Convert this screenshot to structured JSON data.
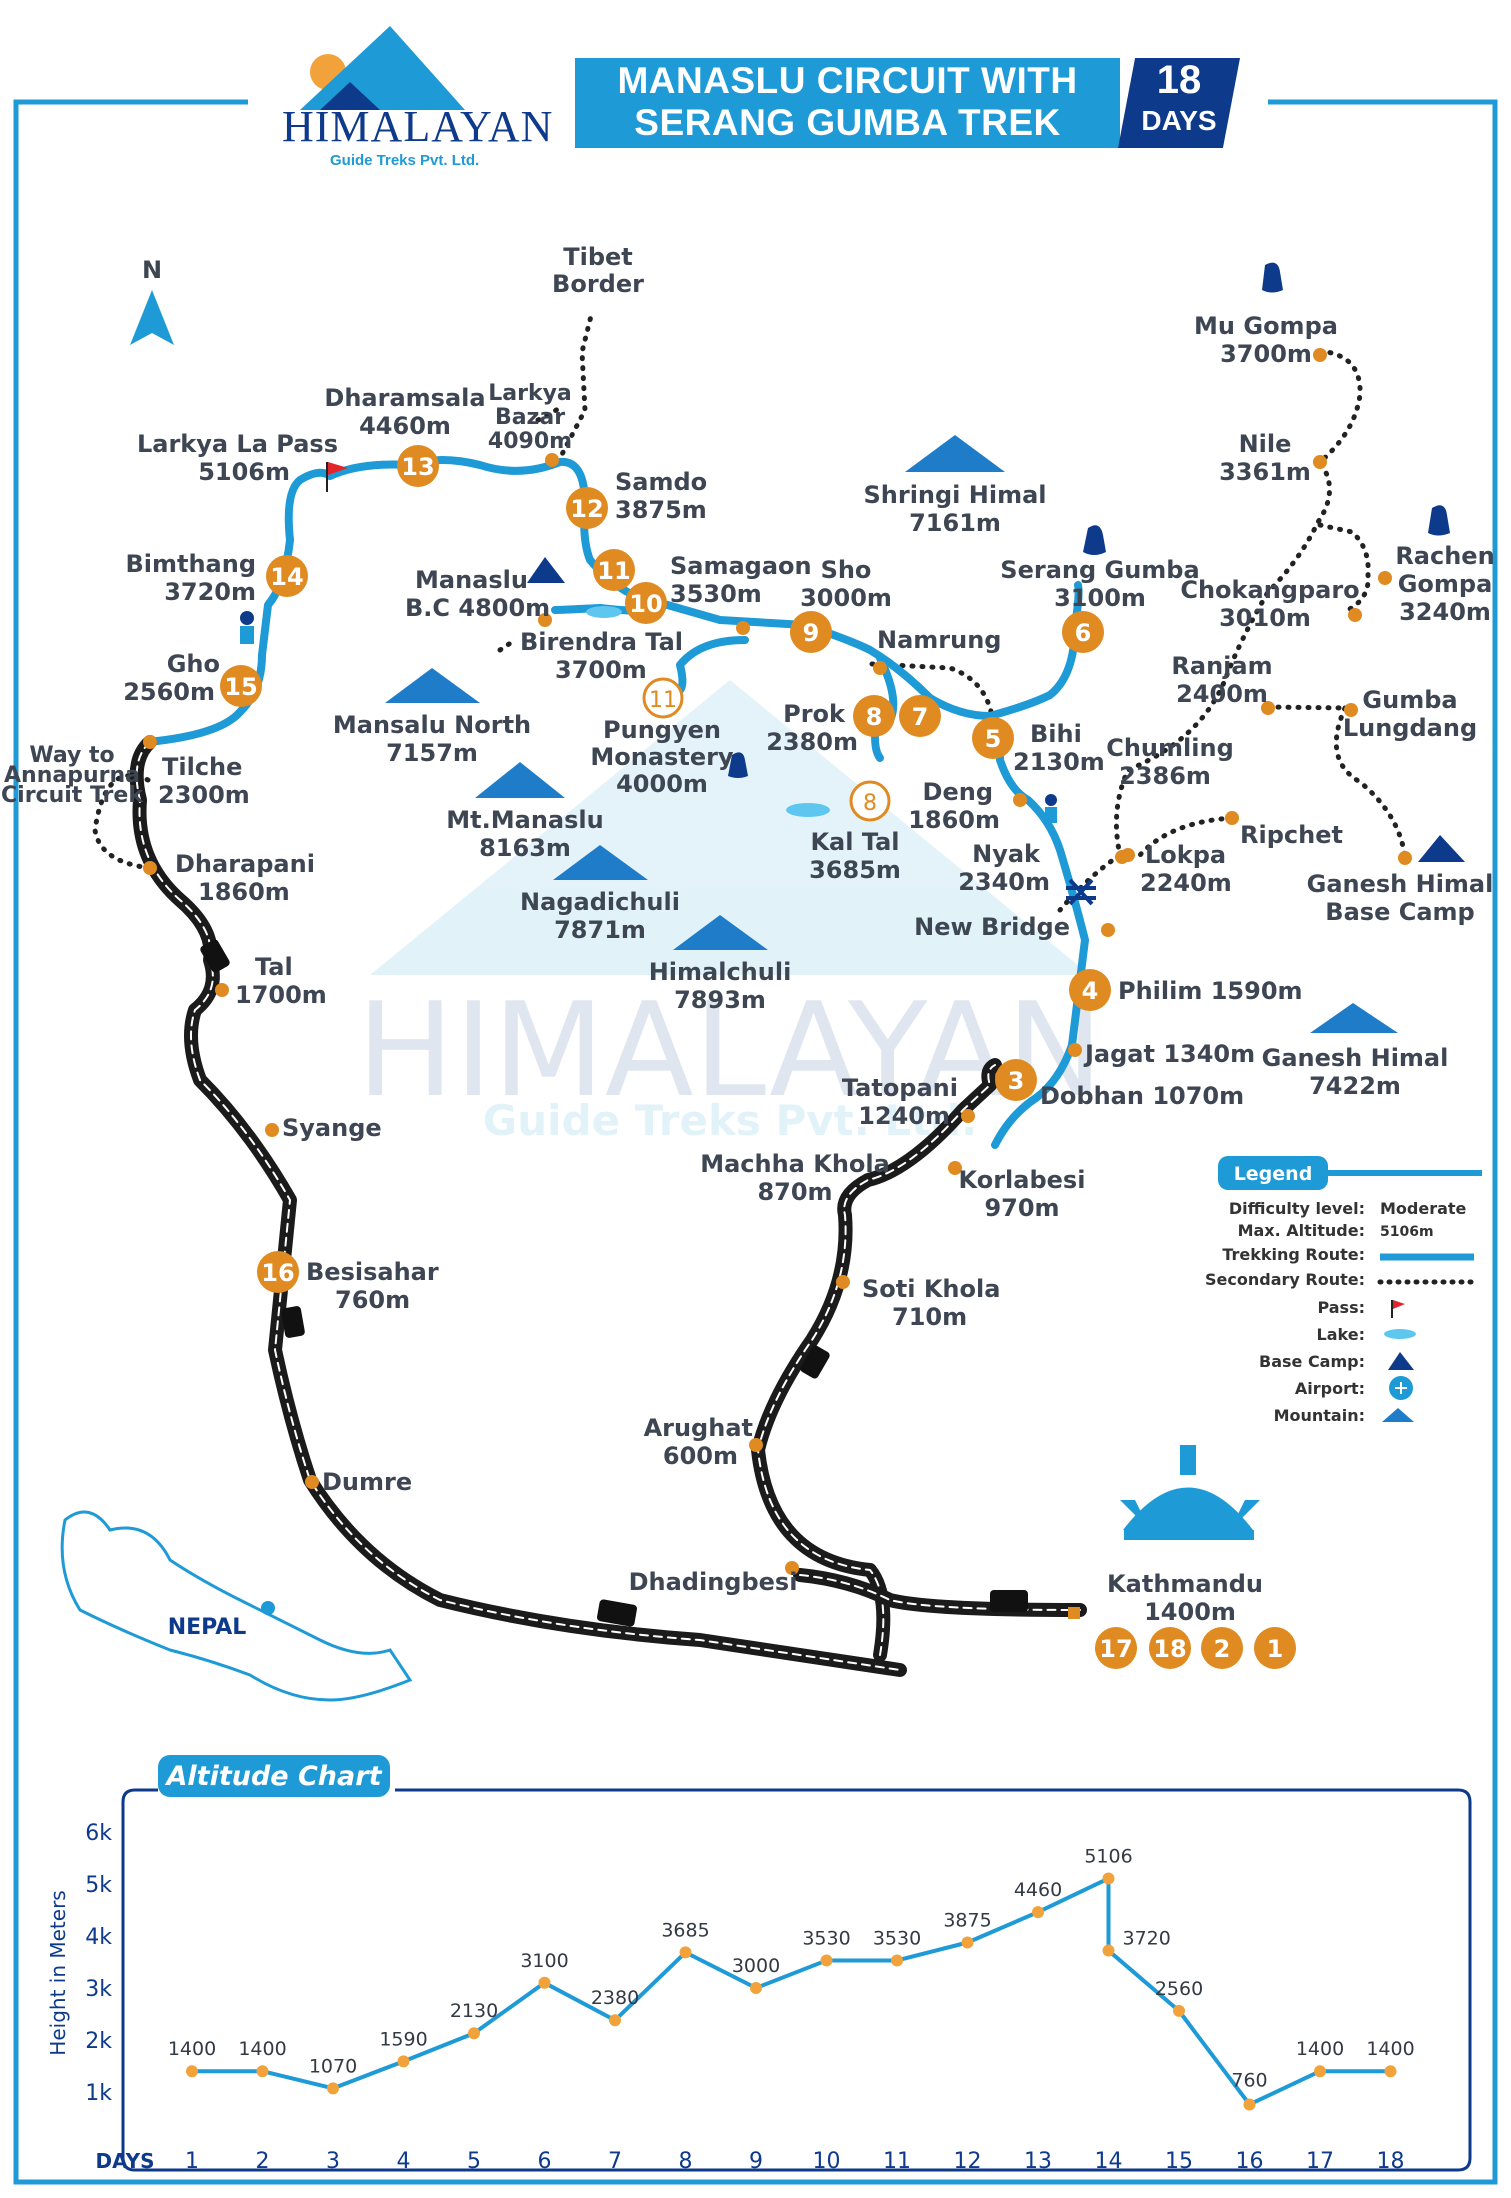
{
  "header": {
    "logo_name": "HIMALAYAN",
    "logo_sub": "Guide Treks Pvt. Ltd.",
    "title_line1": "MANASLU CIRCUIT WITH",
    "title_line2": "SERANG GUMBA TREK",
    "days_num": "18",
    "days_label": "DAYS"
  },
  "compass": "N",
  "places": {
    "tibet1": "Tibet",
    "tibet2": "Border",
    "larkya_bazar1": "Larkya",
    "larkya_bazar2": "Bazar",
    "larkya_bazar3": "4090m",
    "dharamsala1": "Dharamsala",
    "dharamsala2": "4460m",
    "larkya_pass1": "Larkya La Pass",
    "larkya_pass2": "5106m",
    "samdo1": "Samdo",
    "samdo2": "3875m",
    "bimthang1": "Bimthang",
    "bimthang2": "3720m",
    "manaslu_bc1": "Manaslu",
    "manaslu_bc2": "B.C 4800m",
    "samagaon1": "Samagaon",
    "samagaon2": "3530m",
    "birendra1": "Birendra Tal",
    "birendra2": "3700m",
    "sho1": "Sho",
    "sho2": "3000m",
    "namrung": "Namrung",
    "gho1": "Gho",
    "gho2": "2560m",
    "way1": "Way to",
    "way2": "Annapurna",
    "way3": "Circuit Trek",
    "tilche1": "Tilche",
    "tilche2": "2300m",
    "pungyen1": "Pungyen",
    "pungyen2": "Monastery",
    "pungyen3": "4000m",
    "prok1": "Prok",
    "prok2": "2380m",
    "bihi1": "Bihi",
    "bihi2": "2130m",
    "deng1": "Deng",
    "deng2": "1860m",
    "kaltal1": "Kal Tal",
    "kaltal2": "3685m",
    "nyak1": "Nyak",
    "nyak2": "2340m",
    "dharapani1": "Dharapani",
    "dharapani2": "1860m",
    "newbridge": "New Bridge",
    "tal1": "Tal",
    "tal2": "1700m",
    "philim": "Philim 1590m",
    "jagat": "Jagat 1340m",
    "dobhan": "Dobhan 1070m",
    "tatopani1": "Tatopani",
    "tatopani2": "1240m",
    "syange": "Syange",
    "machha1": "Machha Khola",
    "machha2": "870m",
    "korlabesi1": "Korlabesi",
    "korlabesi2": "970m",
    "besisahar1": "Besisahar",
    "besisahar2": "760m",
    "soti1": "Soti Khola",
    "soti2": "710m",
    "arughat1": "Arughat",
    "arughat2": "600m",
    "dumre": "Dumre",
    "dhadingbesi": "Dhadingbesi",
    "kathmandu1": "Kathmandu",
    "kathmandu2": "1400m",
    "mugompa1": "Mu Gompa",
    "mugompa2": "3700m",
    "nile1": "Nile",
    "nile2": "3361m",
    "serang1": "Serang Gumba",
    "serang2": "3100m",
    "rachen1": "Rachen",
    "rachen2": "Gompa",
    "rachen3": "3240m",
    "chokang1": "Chokangparo",
    "chokang2": "3010m",
    "ranjam1": "Ranjam",
    "ranjam2": "2400m",
    "gumbal1": "Gumba",
    "gumbal2": "Lungdang",
    "chumling1": "Chumling",
    "chumling2": "2386m",
    "ripchet": "Ripchet",
    "lokpa1": "Lokpa",
    "lokpa2": "2240m",
    "ghbc1": "Ganesh Himal",
    "ghbc2": "Base Camp",
    "nepal": "NEPAL"
  },
  "mountains": {
    "shringi1": "Shringi Himal",
    "shringi2": "7161m",
    "mansalu_north1": "Mansalu North",
    "mansalu_north2": "7157m",
    "manaslu1": "Mt.Manaslu",
    "manaslu2": "8163m",
    "nagadi1": "Nagadichuli",
    "nagadi2": "7871m",
    "himal1": "Himalchuli",
    "himal2": "7893m",
    "ganesh1": "Ganesh Himal",
    "ganesh2": "7422m"
  },
  "day_markers": [
    "1",
    "2",
    "3",
    "4",
    "5",
    "6",
    "7",
    "8",
    "8",
    "9",
    "10",
    "11",
    "11",
    "12",
    "13",
    "14",
    "15",
    "16",
    "17",
    "18"
  ],
  "legend": {
    "title": "Legend",
    "difficulty_label": "Difficulty level:",
    "difficulty_value": "Moderate",
    "altitude_label": "Max. Altitude:",
    "altitude_value": "5106m",
    "trekking": "Trekking Route:",
    "secondary": "Secondary Route:",
    "pass": "Pass:",
    "lake": "Lake:",
    "basecamp": "Base Camp:",
    "airport": "Airport:",
    "mountain": "Mountain:"
  },
  "colors": {
    "route": "#1e9ad6",
    "navy": "#0e3a8c",
    "marker": "#e08a22",
    "road": "#1b1b1b"
  },
  "chart_data": {
    "type": "line",
    "title": "Altitude Chart",
    "xlabel": "DAYS",
    "ylabel": "Height in Meters",
    "categories": [
      "1",
      "2",
      "3",
      "4",
      "5",
      "6",
      "7",
      "8",
      "9",
      "10",
      "11",
      "12",
      "13",
      "14",
      "15",
      "16",
      "17",
      "18"
    ],
    "x": [
      1,
      2,
      3,
      4,
      5,
      6,
      7,
      8,
      9,
      10,
      11,
      12,
      13,
      14,
      14,
      15,
      16,
      17,
      18
    ],
    "values": [
      1400,
      1400,
      1070,
      1590,
      2130,
      3100,
      2380,
      3685,
      3000,
      3530,
      3530,
      3875,
      4460,
      5106,
      3720,
      2560,
      760,
      1400,
      1400
    ],
    "yticks": [
      "1k",
      "2k",
      "3k",
      "4k",
      "5k",
      "6k"
    ],
    "ylim": [
      500,
      6300
    ],
    "grid": false
  }
}
